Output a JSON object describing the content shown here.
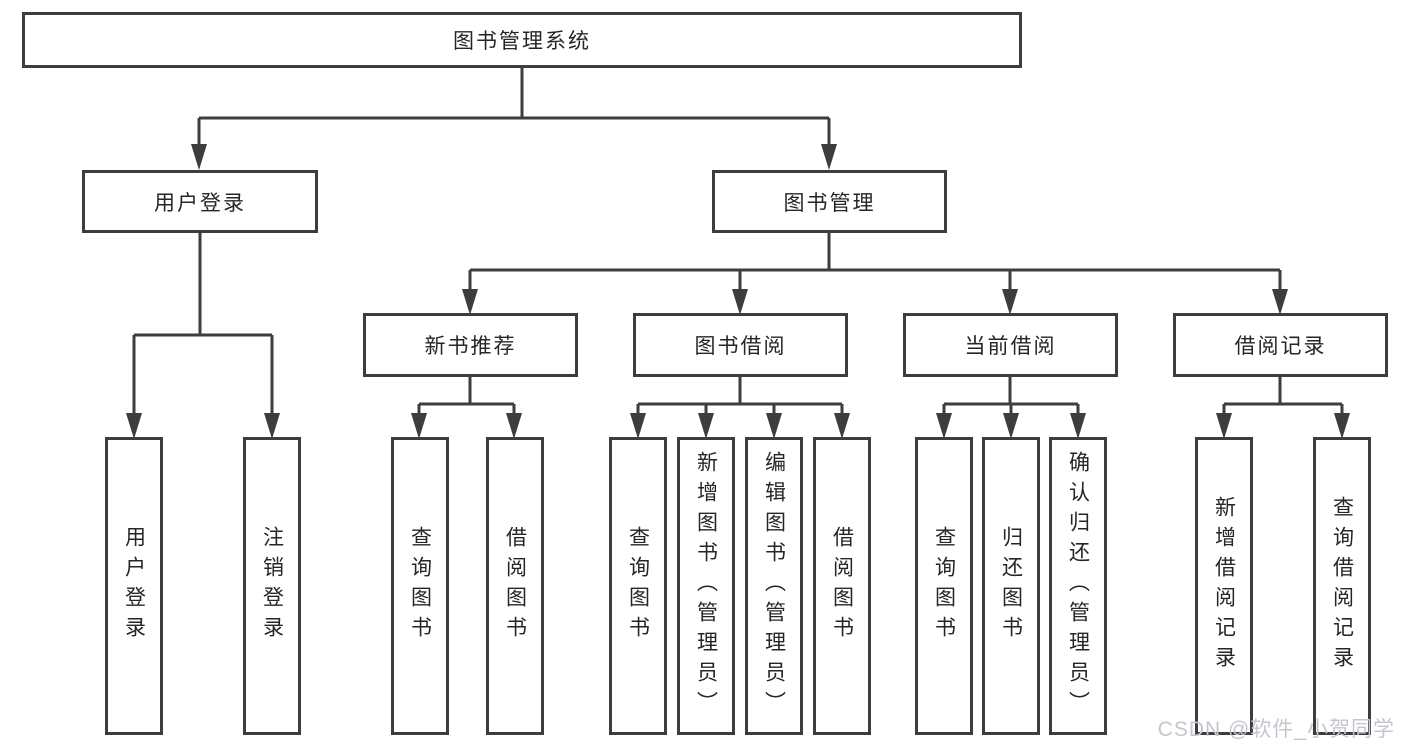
{
  "diagram": {
    "root": {
      "label": "图书管理系统"
    },
    "level1": [
      {
        "label": "用户登录"
      },
      {
        "label": "图书管理"
      }
    ],
    "level2": [
      {
        "label": "新书推荐"
      },
      {
        "label": "图书借阅"
      },
      {
        "label": "当前借阅"
      },
      {
        "label": "借阅记录"
      }
    ],
    "leaves": {
      "user_login": [
        "用户登录",
        "注销登录"
      ],
      "new_book": [
        "查询图书",
        "借阅图书"
      ],
      "book_borrow": [
        "查询图书",
        "新增图书（管理员）",
        "编辑图书（管理员）",
        "借阅图书"
      ],
      "current_borrow": [
        "查询图书",
        "归还图书",
        "确认归还（管理员）"
      ],
      "borrow_record": [
        "新增借阅记录",
        "查询借阅记录"
      ]
    },
    "colors": {
      "line": "#3d3d3d",
      "box_border": "#3d3d3d",
      "box_background": "#ffffff",
      "text": "#262626",
      "watermark": "#c3c7cd"
    }
  },
  "watermark": {
    "text": "CSDN @软件_小贺同学"
  }
}
